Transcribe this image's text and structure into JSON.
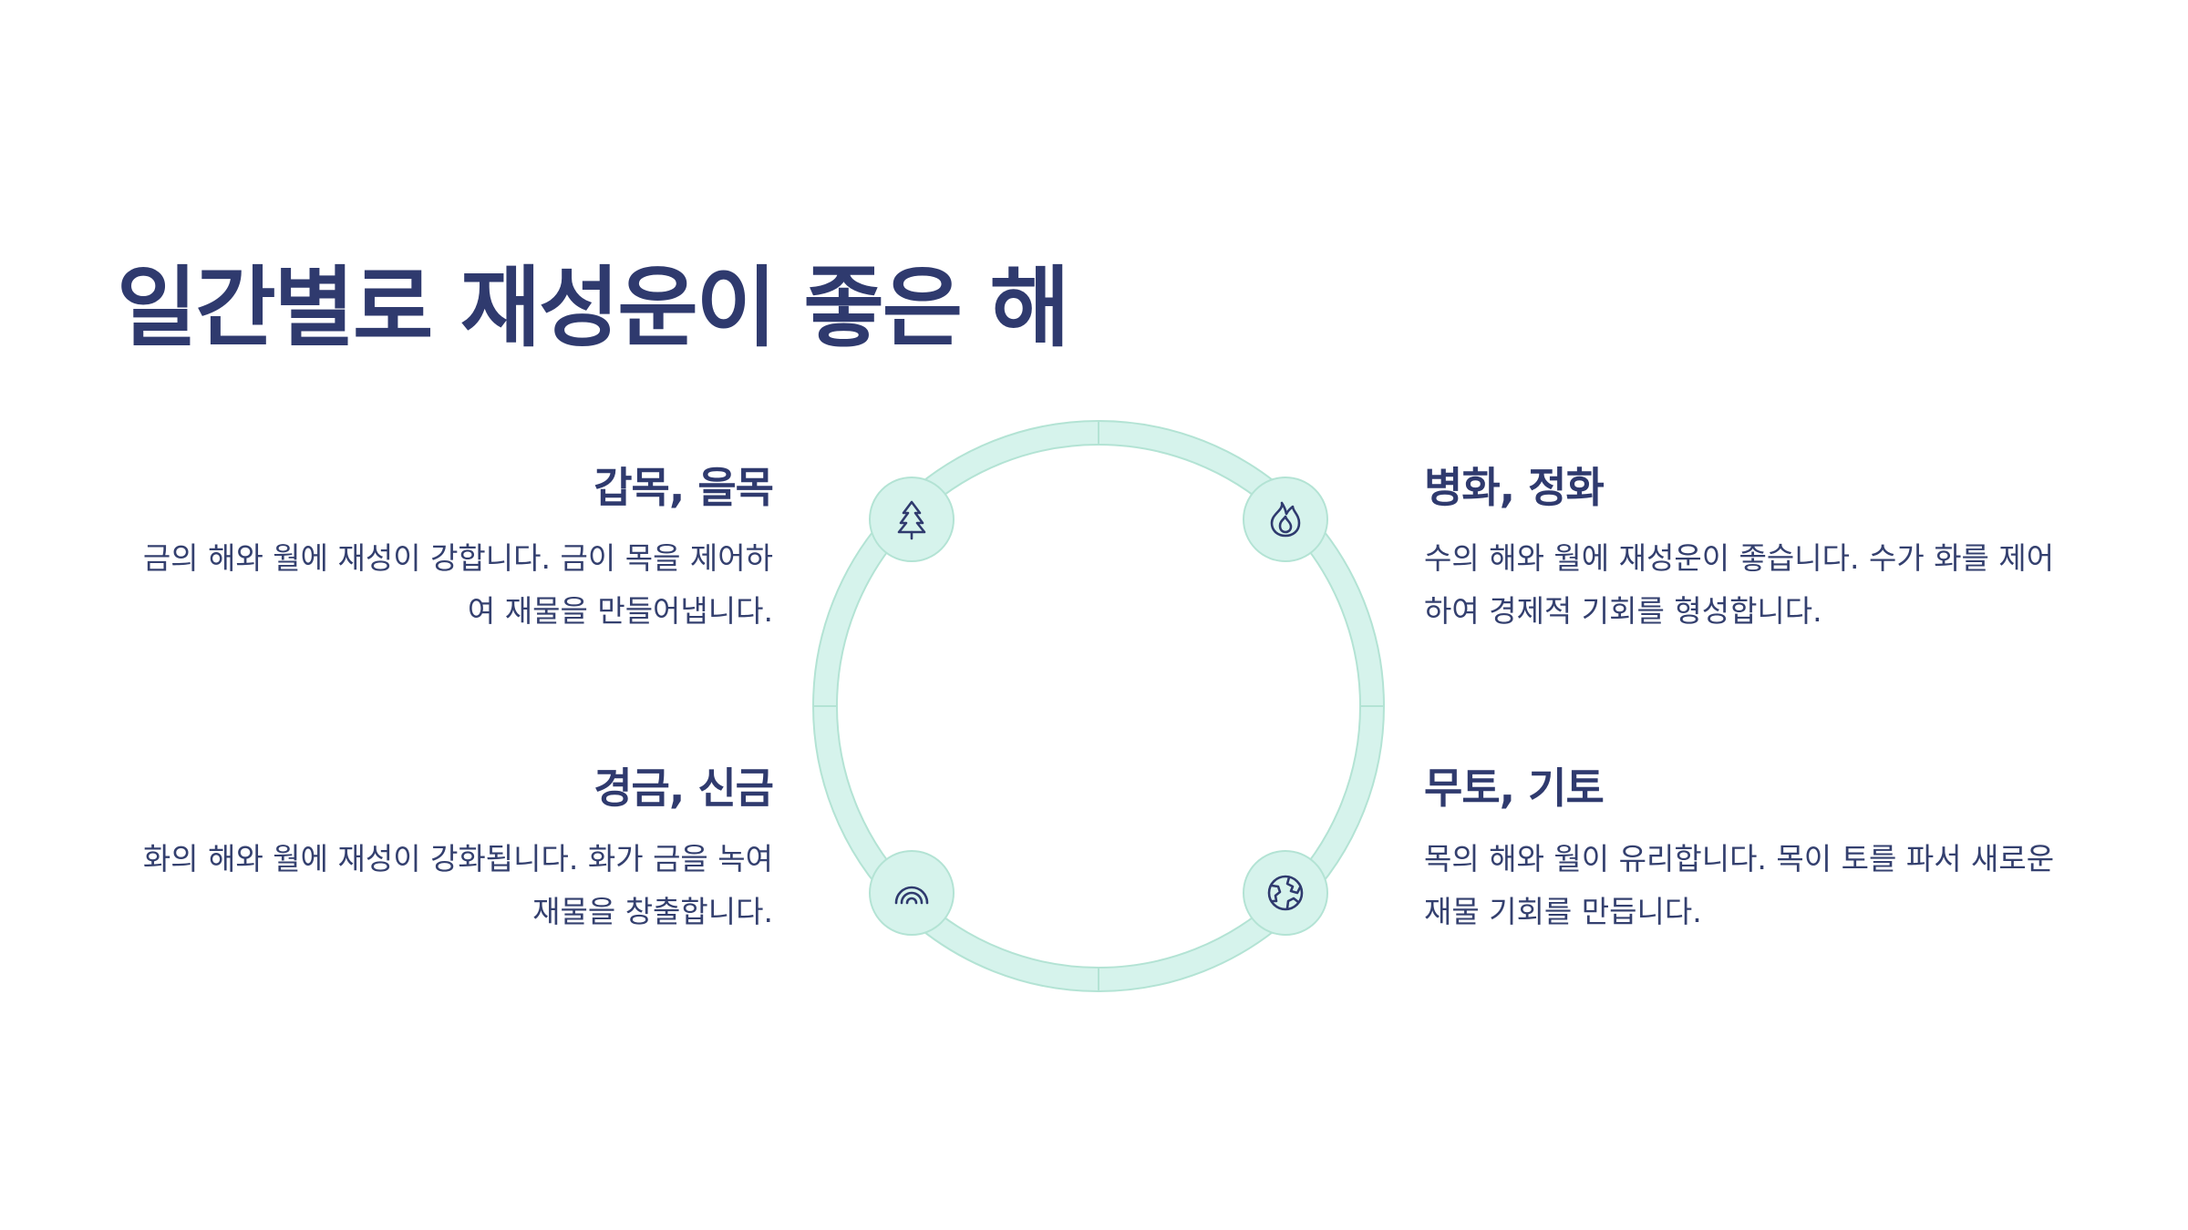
{
  "title": "일간별로 재성운이 좋은 해",
  "items": [
    {
      "id": "top-left",
      "heading": "갑목, 을목",
      "text": "금의 해와 월에 재성이 강합니다. 금이 목을 제어하여 재물을 만들어냅니다.",
      "icon": "tree-icon"
    },
    {
      "id": "top-right",
      "heading": "병화, 정화",
      "text": "수의 해와 월에 재성운이 좋습니다. 수가 화를 제어하여 경제적 기회를 형성합니다.",
      "icon": "flame-icon"
    },
    {
      "id": "bottom-left",
      "heading": "경금, 신금",
      "text": "화의 해와 월에 재성이 강화됩니다. 화가 금을 녹여 재물을 창출합니다.",
      "icon": "rainbow-icon"
    },
    {
      "id": "bottom-right",
      "heading": "무토, 기토",
      "text": "목의 해와 월이 유리합니다. 목이 토를 파서 새로운 재물 기회를 만듭니다.",
      "icon": "globe-icon"
    }
  ],
  "colors": {
    "heading": "#2f3a6e",
    "ring": "#d6f3ec",
    "ring_border": "#b3e3d4",
    "icon": "#2f3a6e"
  }
}
